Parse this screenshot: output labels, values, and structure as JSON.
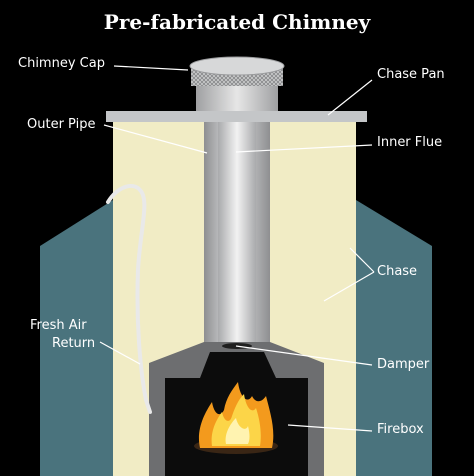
{
  "title": "Pre-fabricated Chimney",
  "labels": {
    "chimney_cap": "Chimney Cap",
    "chase_pan": "Chase Pan",
    "outer_pipe": "Outer Pipe",
    "inner_flue": "Inner Flue",
    "chase": "Chase",
    "fresh_air_line1": "Fresh Air",
    "fresh_air_line2": "Return",
    "damper": "Damper",
    "firebox": "Firebox"
  },
  "colors": {
    "background": "#000000",
    "chase_wall": "#4a737d",
    "chase_interior": "#f1ecc5",
    "chase_pan": "#c4c6c8",
    "pipe_dark": "#8e8f91",
    "pipe_light": "#d8d9da",
    "firebox_frame": "#6d6e70",
    "firebox_dark": "#0c0c0c",
    "flame_outer": "#f39a1d",
    "flame_inner": "#fcd548",
    "leader": "#ffffff"
  }
}
